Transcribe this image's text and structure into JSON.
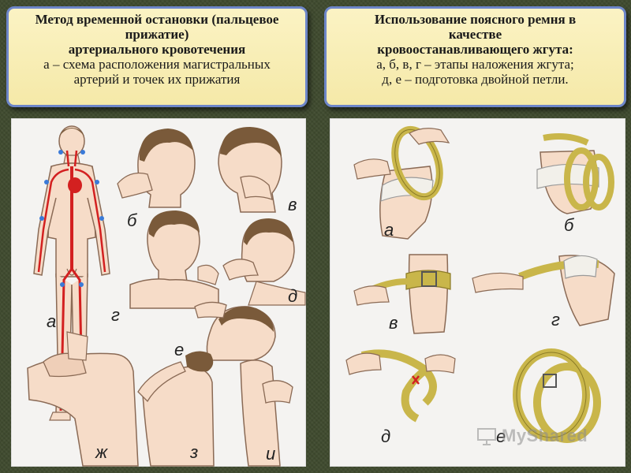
{
  "left_title": {
    "line1": "Метод временной остановки (пальцевое",
    "line2": "прижатие)",
    "line3": "артериального кровотечения",
    "line4": "а – схема расположения магистральных",
    "line5": "артерий и точек их прижатия"
  },
  "right_title": {
    "line1": "Использование поясного ремня в",
    "line2": "качестве",
    "line3": "кровоостанавливающего жгута:",
    "line4": "а, б, в, г – этапы наложения жгута;",
    "line5": "д, е – подготовка двойной петли."
  },
  "left_figures": [
    "а",
    "б",
    "в",
    "г",
    "д",
    "е",
    "ж",
    "з",
    "и"
  ],
  "right_figures": [
    "а",
    "б",
    "в",
    "г",
    "д",
    "е"
  ],
  "watermark": {
    "text": "MyShared",
    "icon": "projector-icon"
  },
  "colors": {
    "background": "#3f4a2e",
    "title_box": "#fbf3c4",
    "title_border": "#6d86c9",
    "artery": "#d32020",
    "belt": "#c9b64a",
    "skin": "#f6dcc8"
  }
}
